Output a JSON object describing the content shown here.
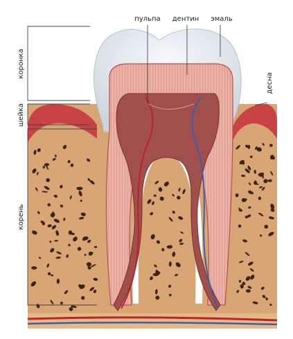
{
  "labels": {
    "pulpa": "пульпа",
    "dentin": "дентин",
    "emal": "эмаль",
    "desna": "десна",
    "koronka": "коронка",
    "sheyka": "шейка",
    "koren": "корень"
  },
  "colors": {
    "enamel": "#e6ecf1",
    "dentin": "#e9aaa1",
    "pulp": "#9e4a4a",
    "gum": "#c94246",
    "bone": "#d9a777",
    "bone_pores": "#3b2418",
    "artery": "#b8242b",
    "vein": "#3b5fa8"
  }
}
